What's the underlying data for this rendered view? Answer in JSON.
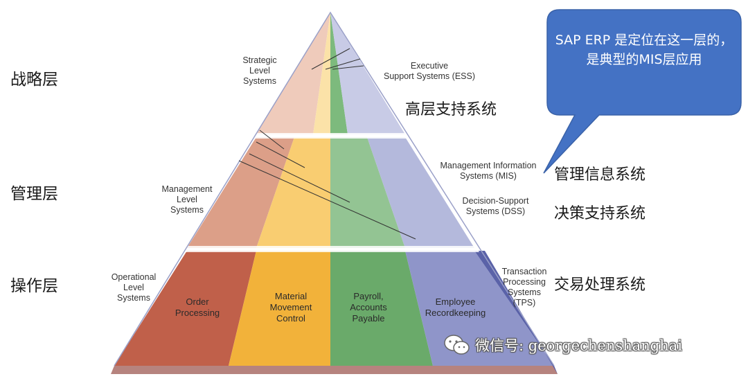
{
  "layers": {
    "strategic": "战略层",
    "management": "管理层",
    "operational": "操作层"
  },
  "pyramid_left_labels": {
    "strategic": "Strategic\nLevel\nSystems",
    "management": "Management\nLevel\nSystems",
    "operational": "Operational\nLevel\nSystems"
  },
  "pyramid_right_labels": {
    "ess": "Executive\nSupport Systems (ESS)",
    "mis": "Management Information\nSystems (MIS)",
    "dss": "Decision-Support\nSystems (DSS)",
    "tps": "Transaction\nProcessing\nSystems\n(TPS)"
  },
  "chinese_labels": {
    "ess": "高层支持系统",
    "mis": "管理信息系统",
    "dss": "决策支持系统",
    "tps": "交易处理系统"
  },
  "segments": [
    "Order\nProcessing",
    "Material\nMovement\nControl",
    "Payroll,\nAccounts\nPayable",
    "Employee\nRecordkeeping"
  ],
  "callout": {
    "text": "SAP ERP 是定位在这一层的，是典型的MIS层应用",
    "color": "#4472c4"
  },
  "watermark": {
    "text": "微信号: georgechenshanghai"
  }
}
